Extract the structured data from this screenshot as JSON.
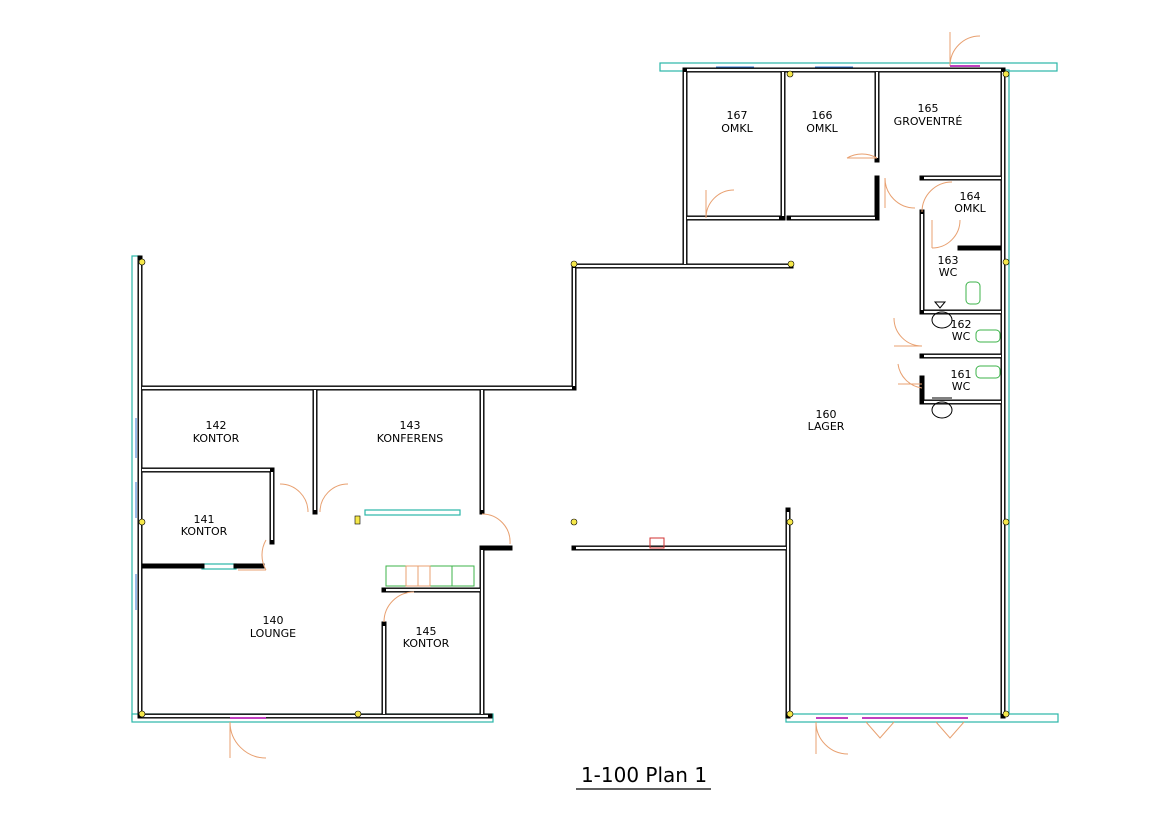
{
  "rooms": [
    {
      "number": "167",
      "name": "OMKL"
    },
    {
      "number": "166",
      "name": "OMKL"
    },
    {
      "number": "165",
      "name": "GROVENTRÉ"
    },
    {
      "number": "164",
      "name": "OMKL"
    },
    {
      "number": "163",
      "name": "WC"
    },
    {
      "number": "162",
      "name": "WC"
    },
    {
      "number": "161",
      "name": "WC"
    },
    {
      "number": "160",
      "name": "LAGER"
    },
    {
      "number": "142",
      "name": "KONTOR"
    },
    {
      "number": "143",
      "name": "KONFERENS"
    },
    {
      "number": "141",
      "name": "KONTOR"
    },
    {
      "number": "140",
      "name": "LOUNGE"
    },
    {
      "number": "145",
      "name": "KONTOR"
    }
  ],
  "drawing_title": "1-100 Plan 1",
  "colors": {
    "wall": "#000000",
    "window": "#2ab6a8",
    "door": "#e8a070",
    "fixture_green": "#3cb34a",
    "marker_yellow": "#f6e84a"
  }
}
